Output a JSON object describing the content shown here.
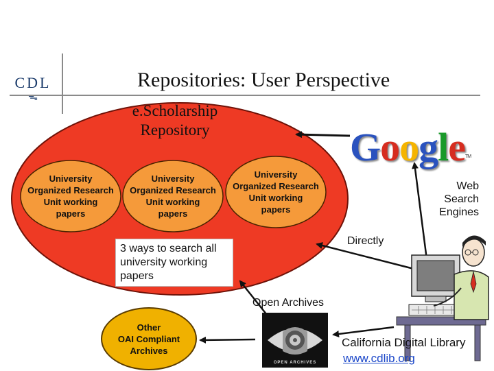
{
  "slide": {
    "title": "Repositories: User Perspective"
  },
  "logo": {
    "text": "CDL",
    "glyph": "ᯓ"
  },
  "repository": {
    "caption_line1": "e.Scholarship",
    "caption_line2": "Repository",
    "units": [
      {
        "line1": "University",
        "line2": "Organized Research",
        "line3": "Unit working",
        "line4": "papers"
      },
      {
        "line1": "University",
        "line2": "Organized Research",
        "line3": "Unit working",
        "line4": "papers"
      },
      {
        "line1": "University",
        "line2": "Organized Research",
        "line3": "Unit working",
        "line4": "papers"
      }
    ],
    "search_note": "3 ways to search all university working papers"
  },
  "external": {
    "google_letters": [
      "G",
      "o",
      "o",
      "g",
      "l",
      "e"
    ],
    "google_tm": "TM",
    "web_search_line1": "Web",
    "web_search_line2": "Search",
    "web_search_line3": "Engines",
    "directly_label": "Directly",
    "open_archives_label": "Open Archives",
    "open_archives_logo_text": "OPEN ARCHIVES",
    "other_archives_line1": "Other",
    "other_archives_line2": "OAI Compliant",
    "other_archives_line3": "Archives",
    "cdl_name": "California Digital Library",
    "cdl_url": "www.cdlib.org"
  },
  "colors": {
    "repository_fill": "#ee3a24",
    "unit_fill": "#f59a3a",
    "other_archives_fill": "#f0b100",
    "google_blue": "#2a52be",
    "google_red": "#d62d20",
    "google_yellow": "#f5b400",
    "google_green": "#1a9a2a",
    "link_blue": "#1b47c9"
  }
}
